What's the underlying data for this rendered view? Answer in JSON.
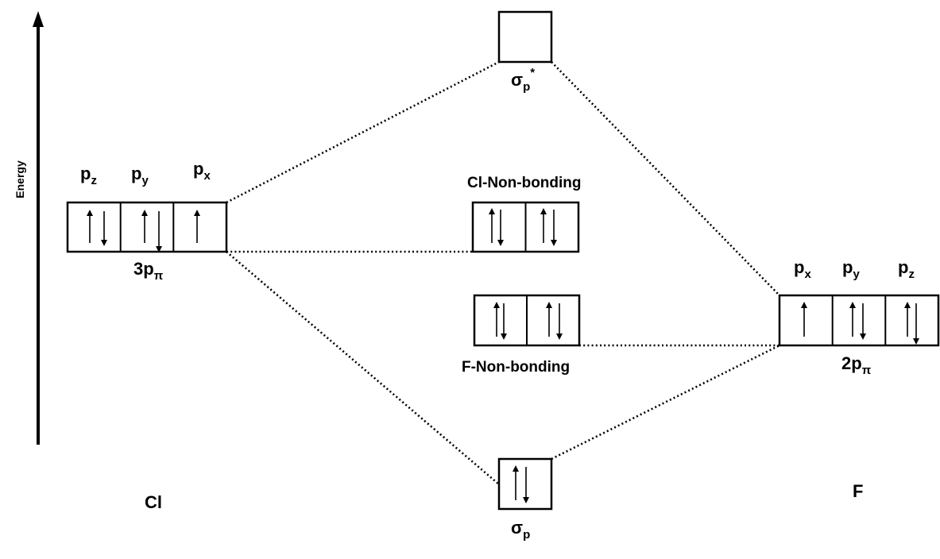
{
  "energy_label": "Energy",
  "cl": {
    "atom_label": "Cl",
    "level_main": "3p",
    "level_sub": "π",
    "orbitals": [
      {
        "main": "p",
        "sub": "z",
        "electrons": "up-down"
      },
      {
        "main": "p",
        "sub": "y",
        "electrons": "up-down"
      },
      {
        "main": "p",
        "sub": "x",
        "electrons": "up"
      }
    ]
  },
  "f": {
    "atom_label": "F",
    "level_main": "2p",
    "level_sub": "π",
    "orbitals": [
      {
        "main": "p",
        "sub": "x",
        "electrons": "up"
      },
      {
        "main": "p",
        "sub": "y",
        "electrons": "up-down"
      },
      {
        "main": "p",
        "sub": "z",
        "electrons": "up-down"
      }
    ]
  },
  "sigma_star": {
    "main": "σ",
    "sub": "p",
    "sup": "*",
    "electrons": "empty"
  },
  "sigma": {
    "main": "σ",
    "sub": "p",
    "electrons": "up-down"
  },
  "cl_nonbonding": {
    "label": "Cl-Non-bonding",
    "electrons": [
      "up-down",
      "up-down"
    ]
  },
  "f_nonbonding": {
    "label": "F-Non-bonding",
    "electrons": [
      "up-down",
      "up-down"
    ]
  }
}
